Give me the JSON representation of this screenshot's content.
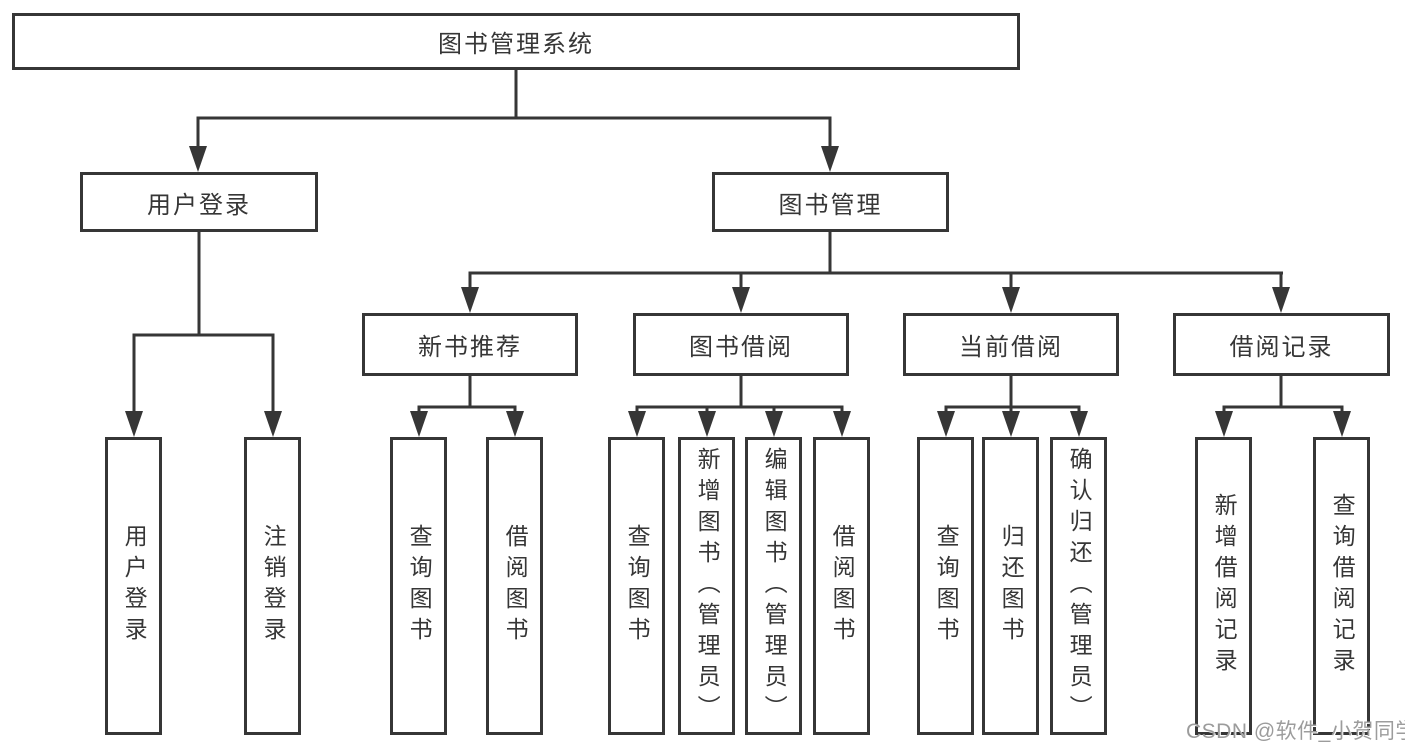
{
  "diagram_type": "hierarchy-tree",
  "tree": {
    "label": "图书管理系统",
    "children": [
      {
        "label": "用户登录",
        "children": [
          {
            "label": "用户登录"
          },
          {
            "label": "注销登录"
          }
        ]
      },
      {
        "label": "图书管理",
        "children": [
          {
            "label": "新书推荐",
            "children": [
              {
                "label": "查询图书"
              },
              {
                "label": "借阅图书"
              }
            ]
          },
          {
            "label": "图书借阅",
            "children": [
              {
                "label": "查询图书"
              },
              {
                "label": "新增图书（管理员）"
              },
              {
                "label": "编辑图书（管理员）"
              },
              {
                "label": "借阅图书"
              }
            ]
          },
          {
            "label": "当前借阅",
            "children": [
              {
                "label": "查询图书"
              },
              {
                "label": "归还图书"
              },
              {
                "label": "确认归还（管理员）"
              }
            ]
          },
          {
            "label": "借阅记录",
            "children": [
              {
                "label": "新增借阅记录"
              },
              {
                "label": "查询借阅记录"
              }
            ]
          }
        ]
      }
    ]
  },
  "watermark": "CSDN @软件_小贺同学",
  "colors": {
    "line": "#363636",
    "text": "#363636",
    "box_fill": "#ffffff",
    "watermark": "#9c9c9c",
    "background": "#ffffff"
  }
}
